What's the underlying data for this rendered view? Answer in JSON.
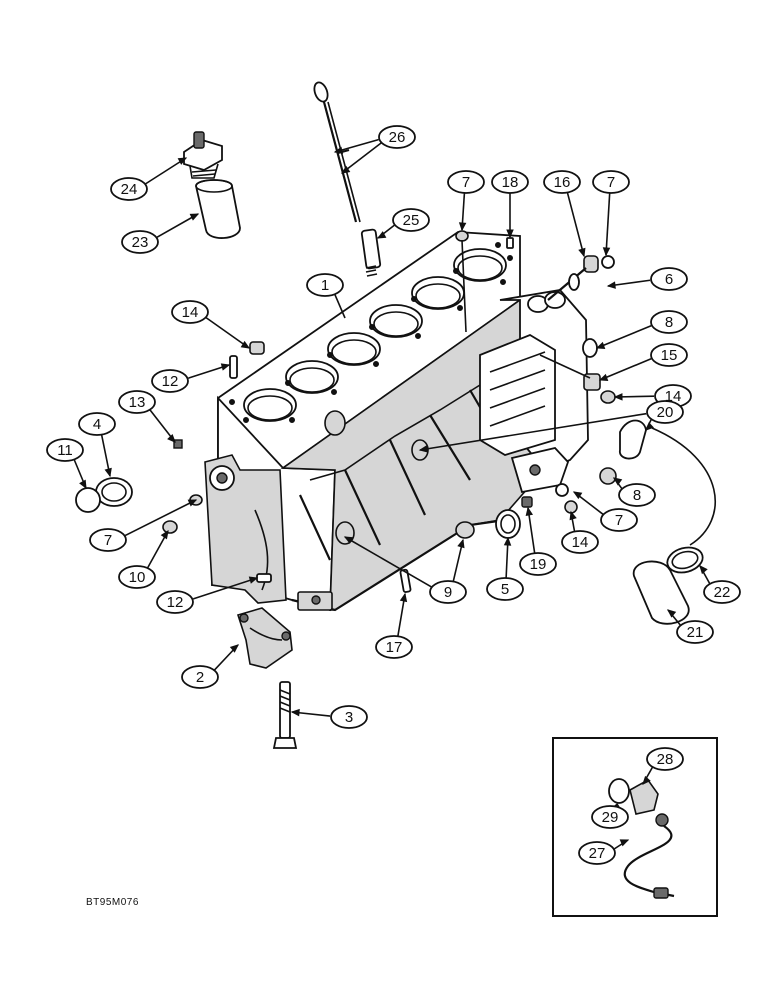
{
  "document_code": "BT95M076",
  "callouts": [
    {
      "label": "1"
    },
    {
      "label": "2"
    },
    {
      "label": "3"
    },
    {
      "label": "4"
    },
    {
      "label": "5"
    },
    {
      "label": "6"
    },
    {
      "label": "7"
    },
    {
      "label": "7"
    },
    {
      "label": "7"
    },
    {
      "label": "7"
    },
    {
      "label": "8"
    },
    {
      "label": "8"
    },
    {
      "label": "9"
    },
    {
      "label": "10"
    },
    {
      "label": "11"
    },
    {
      "label": "12"
    },
    {
      "label": "12"
    },
    {
      "label": "13"
    },
    {
      "label": "14"
    },
    {
      "label": "14"
    },
    {
      "label": "14"
    },
    {
      "label": "15"
    },
    {
      "label": "16"
    },
    {
      "label": "17"
    },
    {
      "label": "18"
    },
    {
      "label": "19"
    },
    {
      "label": "20"
    },
    {
      "label": "21"
    },
    {
      "label": "22"
    },
    {
      "label": "23"
    },
    {
      "label": "24"
    },
    {
      "label": "25"
    },
    {
      "label": "26"
    },
    {
      "label": "27"
    },
    {
      "label": "28"
    },
    {
      "label": "29"
    }
  ]
}
